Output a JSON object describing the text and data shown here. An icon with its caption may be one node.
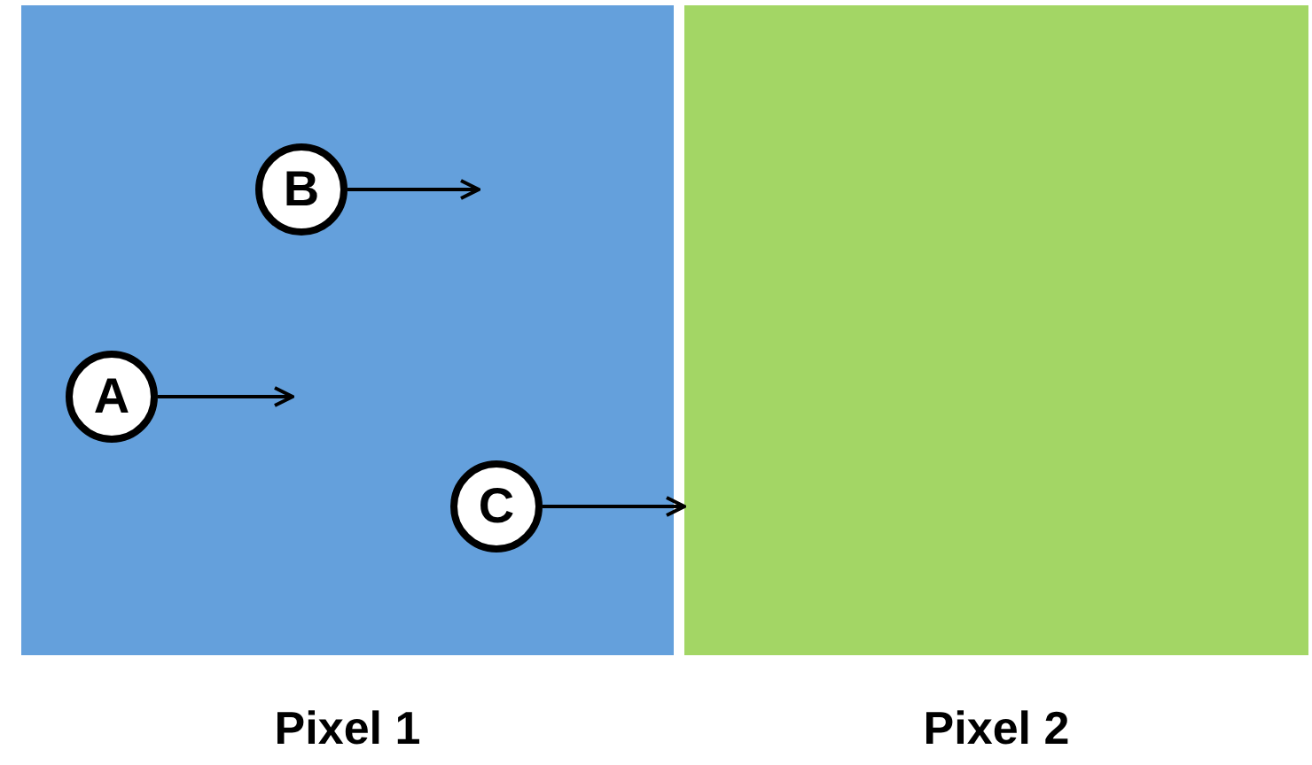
{
  "diagram": {
    "nodes": [
      {
        "text": [
          "Pixel 1"
        ]
      },
      {
        "text": [
          "B"
        ],
        "in": 0
      },
      {
        "text": [
          "A"
        ],
        "in": 0
      },
      {
        "text": [
          "C"
        ],
        "in": 0
      },
      {
        "text": [
          "Pixel 2"
        ]
      }
    ],
    "edges": [
      {
        "from": 1,
        "to": null,
        "arrow": "to"
      },
      {
        "from": 2,
        "to": null,
        "arrow": "to"
      },
      {
        "from": 3,
        "to": 4,
        "arrow": "to"
      }
    ]
  }
}
